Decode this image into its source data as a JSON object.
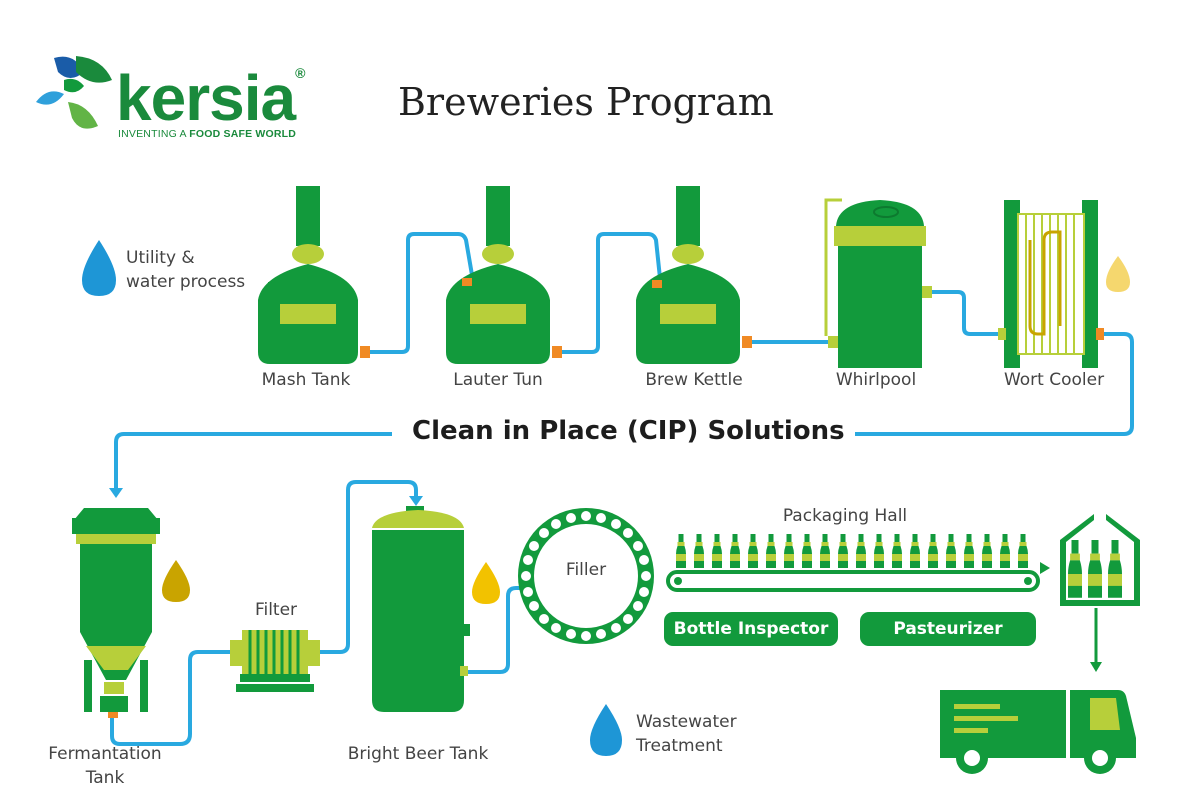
{
  "brand": {
    "name": "kersia",
    "registered": "®",
    "tagline_prefix": "INVENTING A ",
    "tagline_bold": "FOOD SAFE WORLD"
  },
  "title": "Breweries Program",
  "legend": {
    "utility_line1": "Utility &",
    "utility_line2": "water process",
    "wastewater_line1": "Wastewater",
    "wastewater_line2": "Treatment"
  },
  "cip_label": "Clean in Place (CIP) Solutions",
  "stations": {
    "mash_tank": "Mash Tank",
    "lauter_tun": "Lauter Tun",
    "brew_kettle": "Brew Kettle",
    "whirlpool": "Whirlpool",
    "wort_cooler": "Wort Cooler",
    "fermentation_line1": "Fermantation",
    "fermentation_line2": "Tank",
    "filter": "Filter",
    "bright_beer_tank": "Bright Beer Tank",
    "filler": "Filler",
    "packaging_hall": "Packaging Hall"
  },
  "buttons": {
    "bottle_inspector": "Bottle Inspector",
    "pasteurizer": "Pasteurizer"
  },
  "colors": {
    "green_dark": "#129a3c",
    "green_light": "#b7cf3a",
    "pipe_blue": "#29a9e0",
    "drop_blue": "#1e96d6",
    "drop_gold": "#c9a400",
    "drop_yellow": "#f2c200",
    "valve_orange": "#f08a24"
  }
}
